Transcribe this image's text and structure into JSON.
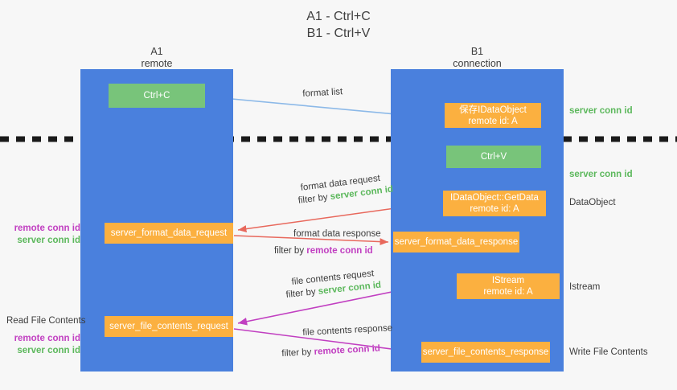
{
  "title": {
    "line1": "A1 - Ctrl+C",
    "line2": "B1 - Ctrl+V"
  },
  "columns": {
    "a1": {
      "name": "A1",
      "sub": "remote"
    },
    "b1": {
      "name": "B1",
      "sub": "connection"
    }
  },
  "boxes": {
    "ctrl_c": {
      "line1": "Ctrl+C",
      "line2": "",
      "color": "#78c47a"
    },
    "idataobject": {
      "line1": "保存IDataObject",
      "line2": "remote id: A",
      "color": "#fbb040"
    },
    "ctrl_v": {
      "line1": "Ctrl+V",
      "line2": "",
      "color": "#78c47a"
    },
    "getdata": {
      "line1": "IDataObject::GetData",
      "line2": "remote id: A",
      "color": "#fbb040"
    },
    "format_data_request": {
      "line1": "server_format_data_request",
      "line2": "",
      "color": "#fbb040"
    },
    "format_data_response": {
      "line1": "server_format_data_response",
      "line2": "",
      "color": "#fbb040"
    },
    "istream": {
      "line1": "IStream",
      "line2": "remote id: A",
      "color": "#fbb040"
    },
    "file_contents_request": {
      "line1": "server_file_contents_request",
      "line2": "",
      "color": "#fbb040"
    },
    "file_contents_response": {
      "line1": "server_file_contents_response",
      "line2": "",
      "color": "#fbb040"
    }
  },
  "edge_labels": {
    "format_list": "format list",
    "format_data_request": "format data request",
    "format_data_request_filter_prefix": "filter by ",
    "format_data_request_filter_value": "server conn id",
    "format_data_response": "format data response",
    "format_data_response_filter_prefix": "filter by ",
    "format_data_response_filter_value": "remote conn id",
    "file_contents_request": "file contents request",
    "file_contents_request_filter_prefix": "filter by ",
    "file_contents_request_filter_value": "server conn id",
    "file_contents_response": "file contents response",
    "file_contents_response_filter_prefix": "filter by ",
    "file_contents_response_filter_value": "remote conn id"
  },
  "side_labels": {
    "right_server_conn_id_1": "server conn id",
    "right_server_conn_id_2": "server conn id",
    "right_dataobject": "DataObject",
    "right_istream": "Istream",
    "right_write_file_contents": "Write File Contents",
    "left_remote_conn_id_1": "remote conn id",
    "left_server_conn_id_1": "server conn id",
    "left_read_file_contents": "Read File Contents",
    "left_remote_conn_id_2": "remote conn id",
    "left_server_conn_id_2": "server conn id"
  },
  "colors": {
    "panel_blue": "#4a80dd",
    "box_green": "#78c47a",
    "box_orange": "#fbb040",
    "green_text": "#5cb85c",
    "purple_text": "#c13fc1",
    "arrow_blue": "#8cb9e8",
    "arrow_red": "#e8685c",
    "arrow_magenta": "#c13fc1",
    "arrow_black": "#1a1a1a",
    "background": "#f7f7f7"
  }
}
